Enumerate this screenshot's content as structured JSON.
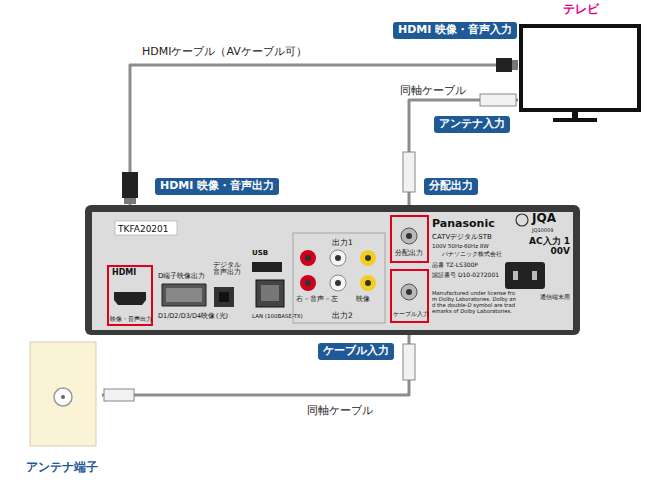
{
  "diagram": {
    "nodes": [
      {
        "text": [
          "HDMI 映像・音声入力"
        ]
      },
      {
        "text": [
          "テレビ"
        ]
      },
      {
        "text": [
          "アンテナ入力"
        ]
      },
      {
        "text": [
          "分配出力"
        ]
      },
      {
        "text": [
          "HDMI 映像・音声出力"
        ]
      },
      {
        "text": [
          "TKFA20201",
          "HDMI",
          "映像・音声出力",
          "D端子映像出力",
          "D1/D2/D3/D4映像",
          "デジタル音声出力",
          "(光)",
          "USB",
          "LAN (100BASE-TX)",
          "出力1",
          "右－音声－左",
          "映像",
          "出力2",
          "分配出力",
          "ケーブル入力",
          "Panasonic",
          "CATVデジタルSTB",
          "100V 50Hz-60Hz 8W",
          "パナソニック株式会社",
          "品番 TZ-LS300P",
          "認証番号 D10-0272001",
          "Manufactured under license from Dolby Laboratories. Dolby and the double-D symbol are trademarks of Dolby Laboratories.",
          "JQA",
          "JQ10009",
          "AC入力 100V",
          "通信端末用"
        ]
      },
      {
        "text": [
          "ケーブル入力"
        ]
      },
      {
        "text": [
          "アンテナ端子"
        ]
      }
    ],
    "edges": [
      {
        "from": 5,
        "to": 1,
        "label": "HDMIケーブル（AVケーブル可）",
        "arrow": "none"
      },
      {
        "from": 5,
        "to": 1,
        "label": "同軸ケーブル",
        "arrow": "none"
      },
      {
        "from": 7,
        "to": 5,
        "label": "同軸ケーブル",
        "arrow": "none"
      }
    ]
  }
}
